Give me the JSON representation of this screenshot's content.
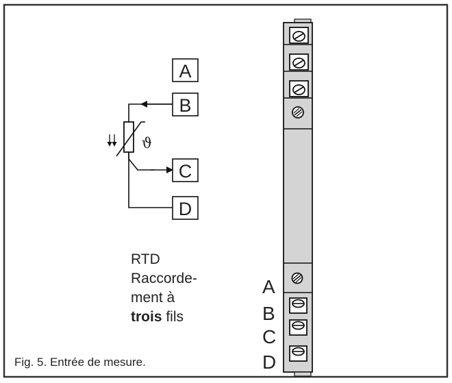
{
  "labels": {
    "a": "A",
    "b": "B",
    "c": "C",
    "d": "D"
  },
  "temperature_symbol": "ϑ",
  "rtd_text": {
    "line1": "RTD",
    "line2": "Raccorde-",
    "line3": "ment à",
    "bold_word": "trois",
    "rest_word": " fils"
  },
  "caption": "Fig. 5. Entrée de mesure.",
  "colors": {
    "stroke": "#111111",
    "terminal_fill": "#d8d8d8",
    "strip_fill": "#d4d4d4",
    "frame": "#333333"
  }
}
